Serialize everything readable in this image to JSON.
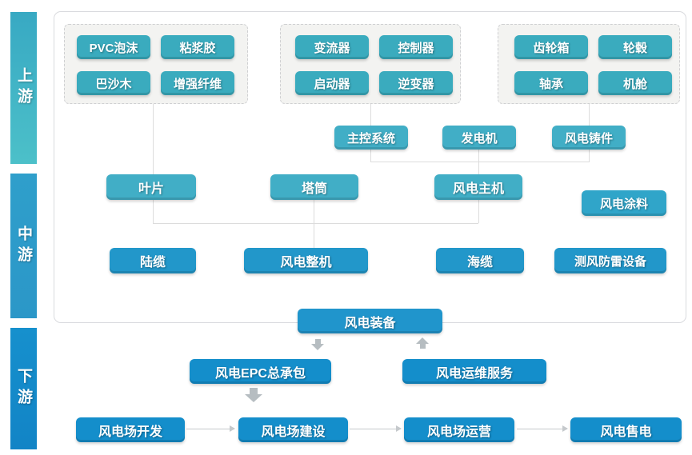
{
  "stages": {
    "upstream": "上游",
    "midstream": "中游",
    "downstream": "下游"
  },
  "component_groups": [
    {
      "name": "blade-materials",
      "items": [
        "PVC泡沫",
        "粘浆胶",
        "巴沙木",
        "增强纤维"
      ]
    },
    {
      "name": "electrical-components",
      "items": [
        "变流器",
        "控制器",
        "启动器",
        "逆变器"
      ]
    },
    {
      "name": "drivetrain-components",
      "items": [
        "齿轮箱",
        "轮毂",
        "轴承",
        "机舱"
      ]
    }
  ],
  "nodes": {
    "main_control_system": "主控系统",
    "generator": "发电机",
    "wind_castings": "风电铸件",
    "blade": "叶片",
    "tower": "塔筒",
    "wind_main_unit": "风电主机",
    "wind_coating": "风电涂料",
    "land_cable": "陆缆",
    "wind_complete_machine": "风电整机",
    "sea_cable": "海缆",
    "wind_measure_lightning_equipment": "测风防雷设备",
    "wind_equipment": "风电装备",
    "wind_epc_contracting": "风电EPC总承包",
    "wind_om_service": "风电运维服务",
    "wind_farm_development": "风电场开发",
    "wind_farm_construction": "风电场建设",
    "wind_farm_operation": "风电场运营",
    "wind_power_sales": "风电售电"
  },
  "colors": {
    "chip_teal": "#3AABBE",
    "node_teal": "#41AEC6",
    "node_coating": "#30A5C9",
    "node_blue": "#2297CA",
    "node_equipment": "#2095CC",
    "node_downstream": "#148ECB",
    "bar_upstream_top": "#38A9C3",
    "bar_upstream_bottom": "#4CC0C9",
    "bar_midstream": "#2C9CCA",
    "bar_downstream": "#1489CB",
    "connector_line": "#DCDCDC",
    "arrow_gray": "#B6BDC1"
  }
}
